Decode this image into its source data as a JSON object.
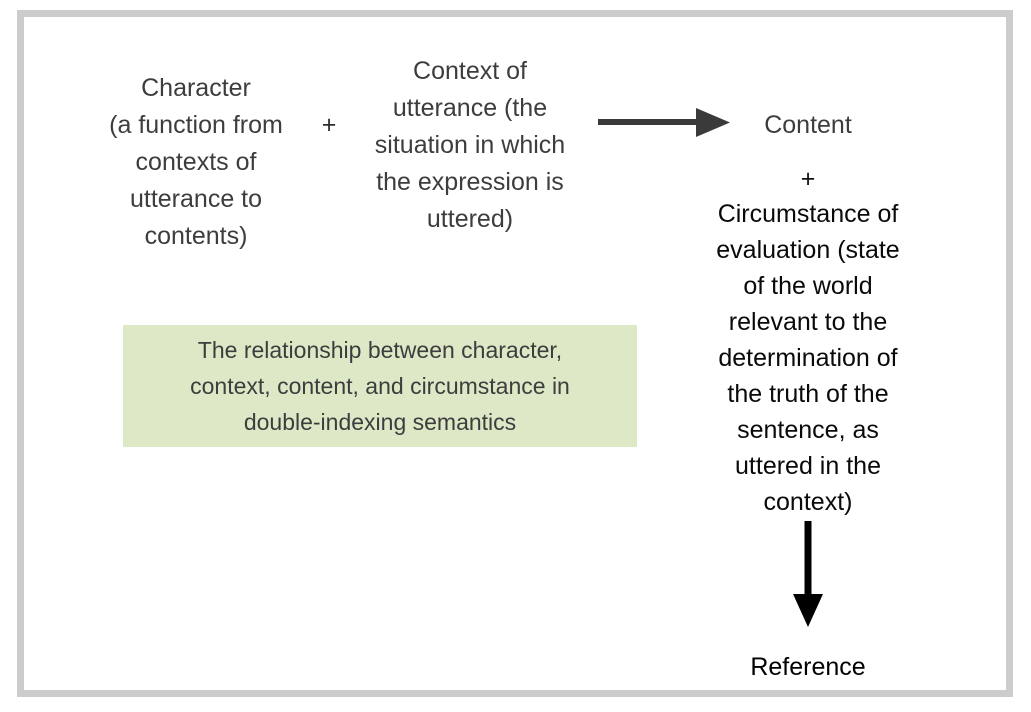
{
  "diagram": {
    "title": "Double-indexing semantics relationship diagram",
    "frame": {
      "border_color": "#cccccc",
      "background": "#ffffff"
    },
    "nodes": {
      "character": "Character\n(a function from\ncontexts of\nutterance to\ncontents)",
      "plus_left": "+",
      "context": "Context of\nutterance (the\nsituation in which\nthe expression is\nuttered)",
      "content": "Content",
      "plus_right": "+",
      "circumstance": "Circumstance of\nevaluation (state\nof the world\nrelevant to the\ndetermination of\nthe truth of the\nsentence, as\nuttered in the\ncontext)",
      "reference": "Reference"
    },
    "arrows": {
      "horizontal_label": "leads-to-arrow-right",
      "vertical_label": "leads-to-arrow-down",
      "color": "#3a3a3a",
      "vertical_color": "#000000"
    },
    "caption": {
      "text": "The relationship between character,\ncontext, content, and circumstance in\ndouble-indexing semantics",
      "background_color": "#dde9c6",
      "text_color": "#3d3d3d"
    },
    "colors": {
      "primary_text": "#3d3d3d",
      "emphasis_text": "#000000",
      "frame": "#cccccc",
      "caption_bg": "#dde9c6"
    }
  }
}
